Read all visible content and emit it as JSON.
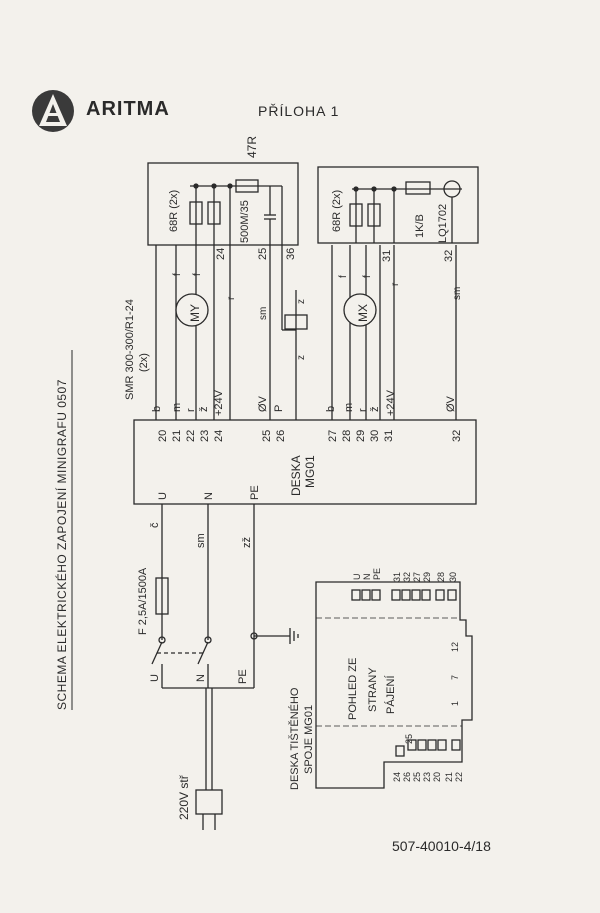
{
  "header": {
    "brand": "ARITMA",
    "attachment": "PŘÍLOHA 1",
    "subtitle": "47R"
  },
  "title": "SCHEMA ELEKTRICKÉHO ZAPOJENÍ MINIGRAFU 0507",
  "motor_spec": "SMR 300-300/R1-24",
  "motor_count": "(2x)",
  "board": {
    "label": "DESKA",
    "model": "MG01"
  },
  "modules": {
    "left": {
      "resistor": "68R (2x)",
      "cap": "500M/35",
      "motor": "MY",
      "pins": [
        "20",
        "21",
        "22",
        "23",
        "24"
      ],
      "wires": [
        "b",
        "m",
        "r",
        "ž",
        "+24V"
      ],
      "mid_pins": [
        "25",
        "26"
      ],
      "mid_wires": [
        "ØV",
        "P"
      ],
      "top_pins": [
        "24",
        "25",
        "36"
      ],
      "wire_labels": [
        "f",
        "f",
        "r",
        "sm",
        "z",
        "z"
      ]
    },
    "right": {
      "resistor": "68R (2x)",
      "diode": "1K/B",
      "led": "LQ1702",
      "motor": "MX",
      "pins": [
        "27",
        "28",
        "29",
        "30",
        "31"
      ],
      "wires": [
        "b",
        "m",
        "r",
        "ž",
        "+24V"
      ],
      "pin32": "32",
      "wire32": "ØV",
      "top_pins": [
        "31",
        "32"
      ],
      "wire_labels": [
        "f",
        "f",
        "r",
        "sm"
      ]
    }
  },
  "power": {
    "fuse": "F 2,5A/1500A",
    "supply": "220V stř",
    "lines": [
      "U",
      "N",
      "PE"
    ],
    "colors": [
      "č",
      "sm",
      "zž"
    ]
  },
  "pcb": {
    "label_line1": "DESKA TIŠTĚNÉHO",
    "label_line2": "SPOJE MG01",
    "view_line1": "POHLED ZE",
    "view_line2": "STRANY",
    "view_line3": "PÁJENÍ",
    "top_labels": [
      "U",
      "N",
      "PE",
      "31",
      "32",
      "27",
      "29",
      "28",
      "30"
    ],
    "bottom_labels": [
      "24",
      "26",
      "25",
      "23",
      "20",
      "21",
      "22"
    ],
    "mark_25": "25",
    "mark_12": "12",
    "mark_7": "7",
    "mark_1": "1"
  },
  "doc_number": "507-40010-4/18"
}
